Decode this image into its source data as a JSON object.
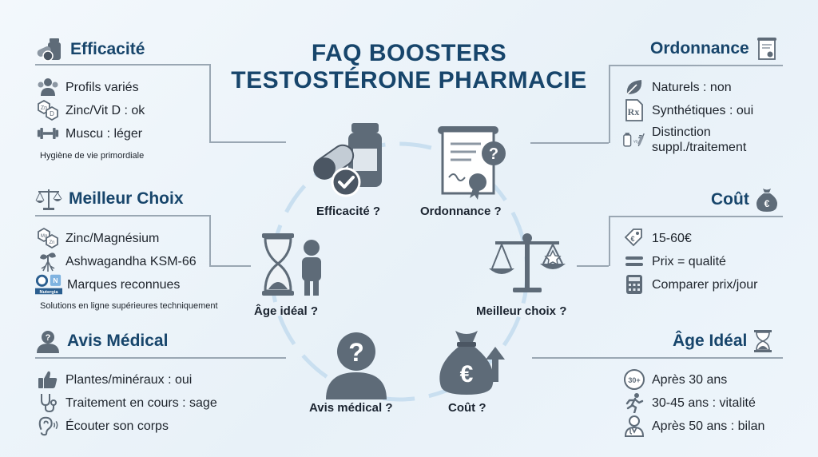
{
  "title": {
    "line1": "FAQ BOOSTERS",
    "line2": "TESTOSTÉRONE PHARMACIE"
  },
  "efficacite": {
    "heading": "Efficacité",
    "items": [
      "Profils variés",
      "Zinc/Vit D : ok",
      "Muscu : léger"
    ],
    "note": "Hygiène de vie primordiale"
  },
  "meilleur_choix": {
    "heading": "Meilleur Choix",
    "items": [
      "Zinc/Magnésium",
      "Ashwagandha KSM-66",
      "Marques reconnues"
    ],
    "brand_badge": "Nutergia",
    "note": "Solutions en ligne supérieures techniquement"
  },
  "avis_medical": {
    "heading": "Avis Médical",
    "items": [
      "Plantes/minéraux : oui",
      "Traitement en cours : sage",
      "Écouter son corps"
    ]
  },
  "ordonnance": {
    "heading": "Ordonnance",
    "items": [
      "Naturels : non",
      "Synthétiques : oui",
      "Distinction",
      "suppl./traitement"
    ]
  },
  "cout": {
    "heading": "Coût",
    "items": [
      "15-60€",
      "Prix = qualité",
      "Comparer prix/jour"
    ]
  },
  "age_ideal": {
    "heading": "Âge Idéal",
    "items": [
      "Après 30 ans",
      "30-45 ans : vitalité",
      "Après 50 ans : bilan"
    ],
    "badge": "30+"
  },
  "hub": {
    "efficacite": "Efficacité ?",
    "ordonnance": "Ordonnance ?",
    "meilleur_choix": "Meilleur choix ?",
    "cout": "Coût ?",
    "avis_medical": "Avis médical ?",
    "age_ideal": "Âge idéal ?"
  },
  "icons": {
    "efficacite": "pills-bottle-icon",
    "ordonnance": "prescription-scroll-icon",
    "meilleur_choix": "balance-scale-icon",
    "cout": "money-bag-icon",
    "avis_medical": "person-question-icon",
    "age_ideal": "hourglass-person-icon"
  },
  "colors": {
    "navy": "#17456b",
    "steel": "#5e6b78",
    "ring": "#c9dff0",
    "rule": "#9aa7b3"
  }
}
